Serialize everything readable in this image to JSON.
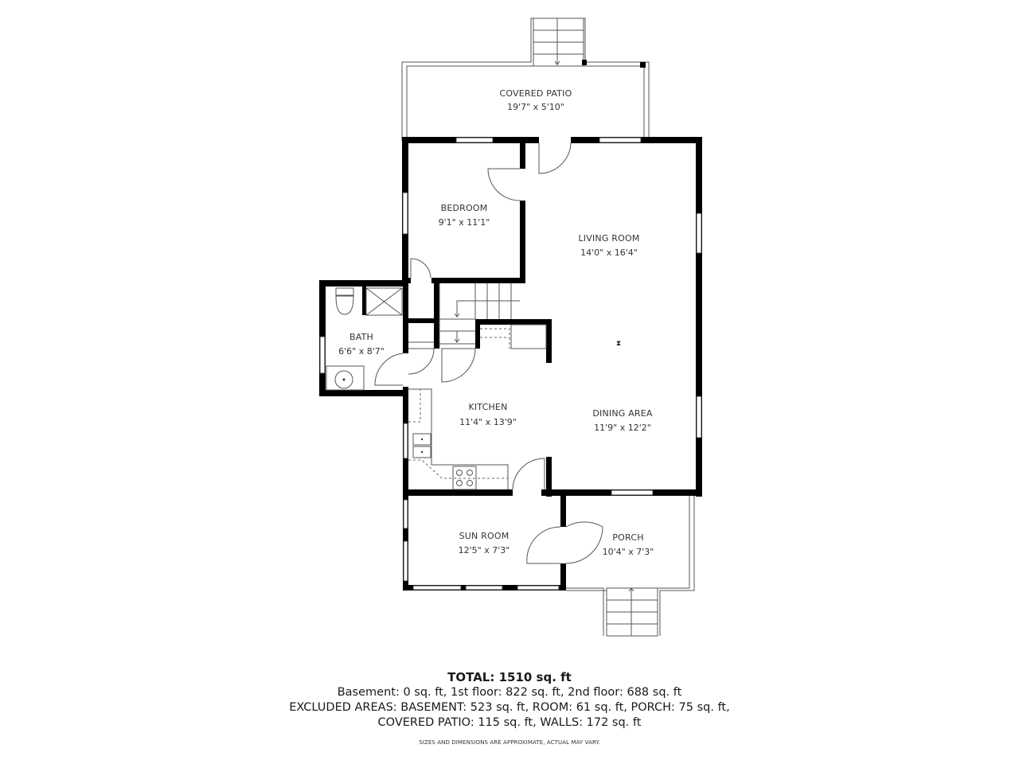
{
  "rooms": {
    "covered_patio": {
      "name": "COVERED PATIO",
      "dimensions": "19'7\" x 5'10\""
    },
    "bedroom": {
      "name": "BEDROOM",
      "dimensions": "9'1\" x 11'1\""
    },
    "living_room": {
      "name": "LIVING ROOM",
      "dimensions": "14'0\" x 16'4\""
    },
    "bath": {
      "name": "BATH",
      "dimensions": "6'6\" x 8'7\""
    },
    "kitchen": {
      "name": "KITCHEN",
      "dimensions": "11'4\" x 13'9\""
    },
    "dining_area": {
      "name": "DINING AREA",
      "dimensions": "11'9\" x 12'2\""
    },
    "sun_room": {
      "name": "SUN ROOM",
      "dimensions": "12'5\" x 7'3\""
    },
    "porch": {
      "name": "PORCH",
      "dimensions": "10'4\" x 7'3\""
    }
  },
  "summary": {
    "total": "TOTAL: 1510 sq. ft",
    "floors": "Basement: 0 sq. ft, 1st floor: 822 sq. ft, 2nd floor: 688 sq. ft",
    "excluded_line1": "EXCLUDED AREAS: BASEMENT: 523 sq. ft, ROOM: 61 sq. ft, PORCH: 75 sq. ft,",
    "excluded_line2": "COVERED PATIO: 115 sq. ft, WALLS: 172 sq. ft",
    "disclaimer": "SIZES AND DIMENSIONS ARE APPROXIMATE, ACTUAL MAY VARY."
  },
  "colors": {
    "wall": "#000000",
    "background": "#ffffff",
    "text": "#333333"
  }
}
